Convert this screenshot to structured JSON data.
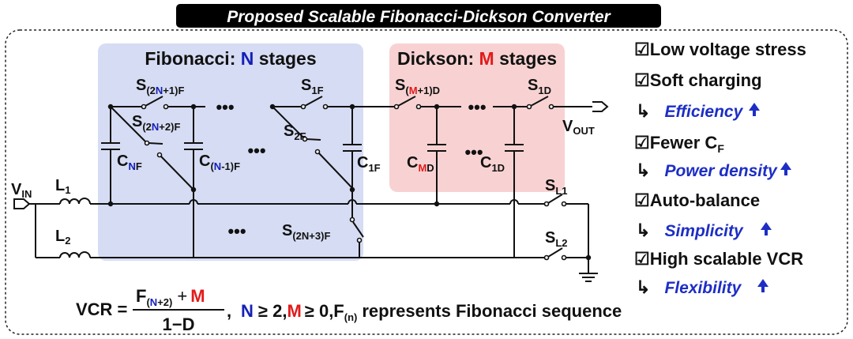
{
  "title": "Proposed Scalable Fibonacci-Dickson Converter",
  "fib_block": {
    "label_pre": "Fibonacci: ",
    "label_var": "N",
    "label_post": " stages"
  },
  "dickson_block": {
    "label_pre": "Dickson: ",
    "label_var": "M",
    "label_post": " stages"
  },
  "terminals": {
    "vin": {
      "main": "V",
      "sub": "IN"
    },
    "vout": {
      "main": "V",
      "sub": "OUT"
    },
    "l1": {
      "main": "L",
      "sub": "1"
    },
    "l2": {
      "main": "L",
      "sub": "2"
    }
  },
  "switches": {
    "s2n1f": {
      "a": "(2",
      "b": "N",
      "c": "+1)F"
    },
    "s2n2f": {
      "a": "(2",
      "b": "N",
      "c": "+2)F"
    },
    "s1f": "1F",
    "s2f": "2F",
    "s2n3f": "(2N+3)F",
    "sm1d": {
      "a": "(",
      "b": "M",
      "c": "+1)D"
    },
    "s1d": "1D",
    "sl1": "L1",
    "sl2": "L2"
  },
  "capacitors": {
    "cnf": {
      "b": "N",
      "c": "F"
    },
    "cn1f": {
      "a": "(",
      "b": "N",
      "c": "-1)F"
    },
    "c1f": "1F",
    "cmd": {
      "b": "M",
      "c": "D"
    },
    "c1d": "1D"
  },
  "letters": {
    "S": "S",
    "C": "C"
  },
  "ellipsis": "•••",
  "features": [
    {
      "check": "☑",
      "text": "Low voltage stress"
    },
    {
      "check": "☑",
      "text": "Soft charging"
    },
    {
      "arrow": "↳",
      "text": "Efficiency"
    },
    {
      "check": "☑",
      "text": "Fewer C",
      "sub": "F"
    },
    {
      "arrow": "↳",
      "text": "Power density"
    },
    {
      "check": "☑",
      "text": "Auto-balance"
    },
    {
      "arrow": "↳",
      "text": "Simplicity"
    },
    {
      "check": "☑",
      "text": "High scalable VCR"
    },
    {
      "arrow": "↳",
      "text": "Flexibility"
    }
  ],
  "formula": {
    "lhs": "VCR =",
    "num_f": "F",
    "num_sub_a": "(",
    "num_sub_n": "N",
    "num_sub_b": "+2)",
    "num_plus": "+",
    "num_m": "M",
    "den": "1−D",
    "sep": ",",
    "cond_n": "N",
    "cond_n_rest": "≥ 2,",
    "cond_m": "M",
    "cond_m_rest": "≥ 0,F",
    "cond_sub": "(n)",
    "cond_tail": "represents Fibonacci sequence"
  },
  "colors": {
    "blue": "#1520b8",
    "red": "#e11b1b",
    "fib_bg": "#d6dcf3",
    "dickson_bg": "#f8d2d2",
    "benefit": "#1d2ec4"
  }
}
